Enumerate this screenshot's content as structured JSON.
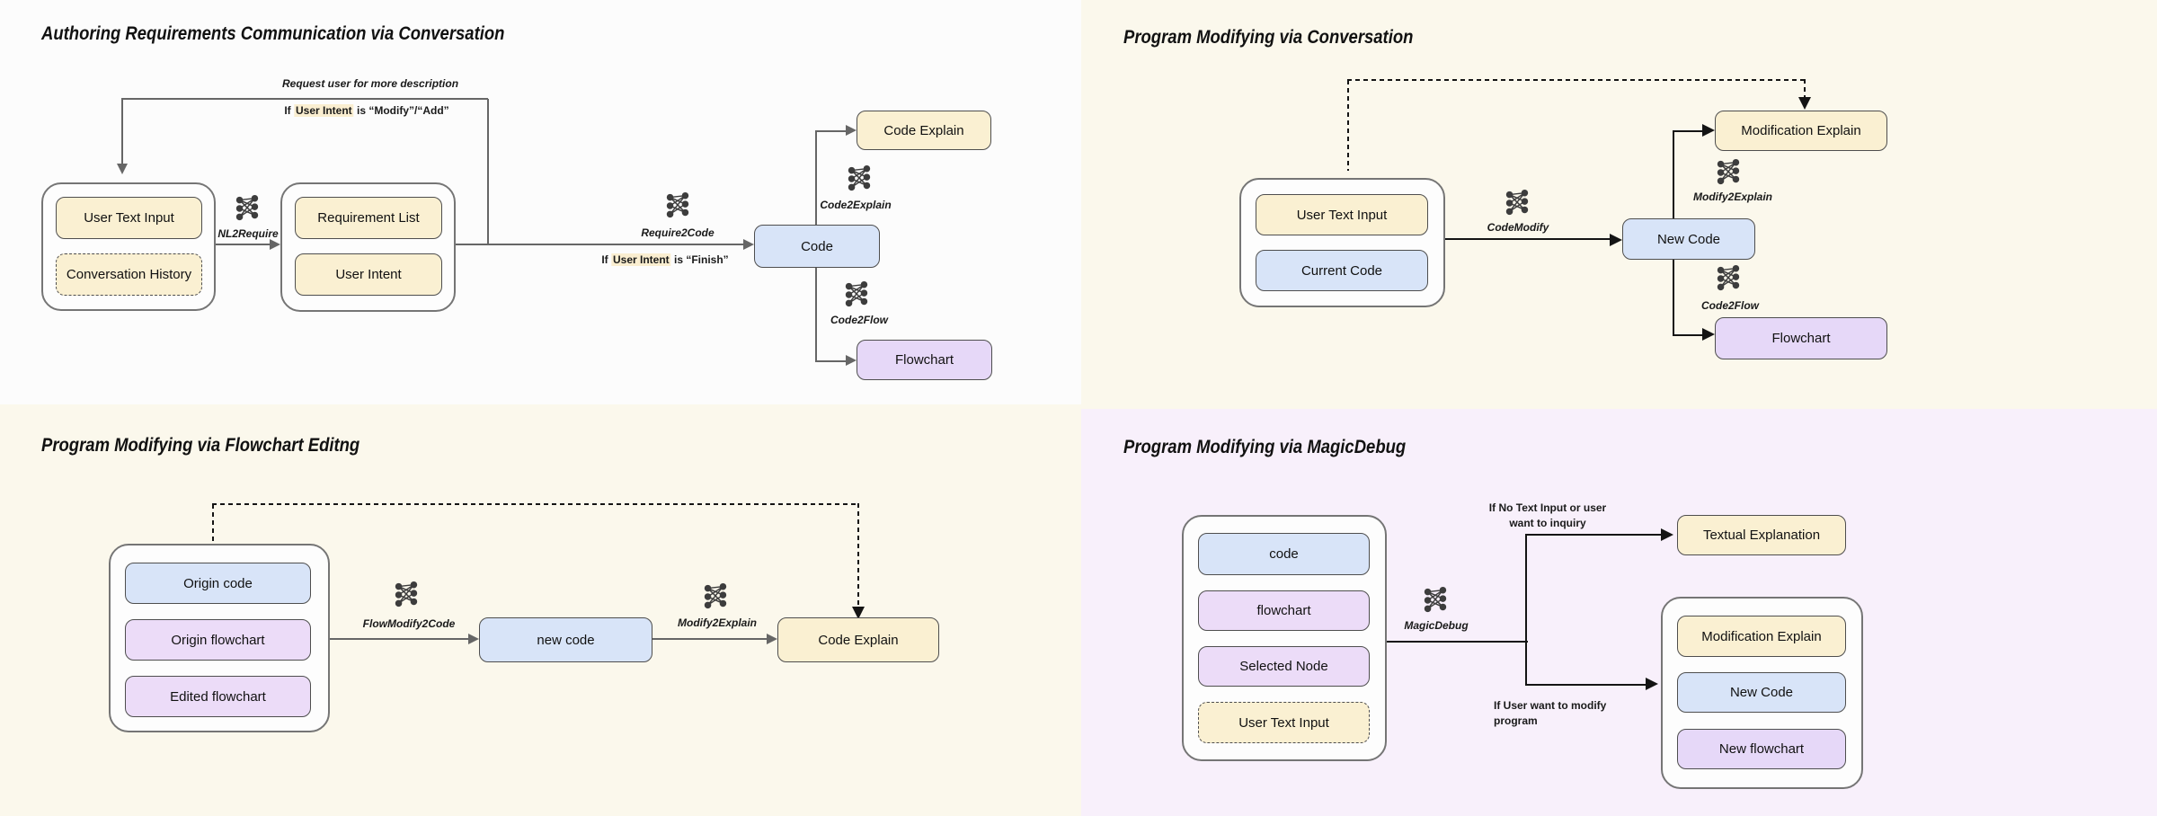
{
  "colors": {
    "tan_box": "#faf0d2",
    "blue_box": "#d8e4f8",
    "purple_box": "#e6d8f8",
    "purple_light_box": "#ecdcf8",
    "bg_top_left": "#fcfcfc",
    "bg_cream": "#fbf8ec",
    "bg_lavender": "#f8f0fb",
    "gray_arrow": "#666666",
    "black_arrow": "#141414"
  },
  "icons": {
    "model": "neural-network-icon"
  },
  "q": {
    "tl": {
      "title": "Authoring Requirements Communication via Conversation",
      "boxes": {
        "user_text_input": "User Text Input",
        "conversation_history": "Conversation History",
        "requirement_list": "Requirement List",
        "user_intent": "User Intent",
        "code": "Code",
        "code_explain": "Code Explain",
        "flowchart": "Flowchart"
      },
      "labels": {
        "nl2require": "NL2Require",
        "require2code": "Require2Code",
        "code2explain": "Code2Explain",
        "code2flow": "Code2Flow",
        "feedback": "Request user for more description"
      },
      "cond_modify": {
        "prefix": "If ",
        "highlight": "User Intent",
        "suffix": " is “Modify”/“Add”"
      },
      "cond_finish": {
        "prefix": "If ",
        "highlight": "User Intent",
        "suffix": " is “Finish”"
      }
    },
    "tr": {
      "title": "Program Modifying via Conversation",
      "boxes": {
        "user_text_input": "User Text Input",
        "current_code": "Current Code",
        "new_code": "New Code",
        "modification_explain": "Modification Explain",
        "flowchart": "Flowchart"
      },
      "labels": {
        "codemodify": "CodeModify",
        "modify2explain": "Modify2Explain",
        "code2flow": "Code2Flow"
      }
    },
    "bl": {
      "title": "Program Modifying via Flowchart Editng",
      "boxes": {
        "origin_code": "Origin code",
        "origin_flowchart": "Origin flowchart",
        "edited_flowchart": "Edited flowchart",
        "new_code": "new code",
        "code_explain": "Code Explain"
      },
      "labels": {
        "flowmodify2code": "FlowModify2Code",
        "modify2explain": "Modify2Explain"
      }
    },
    "br": {
      "title": "Program Modifying via  MagicDebug",
      "boxes": {
        "code": "code",
        "flowchart": "flowchart",
        "selected_node": "Selected Node",
        "user_text_input": "User Text Input",
        "textual_explanation": "Textual Explanation",
        "modification_explain": "Modification Explain",
        "new_code": "New Code",
        "new_flowchart": "New flowchart"
      },
      "labels": {
        "magicdebug": "MagicDebug",
        "cond_inquiry_line1": "If No Text Input or user",
        "cond_inquiry_line2": "want to inquiry",
        "cond_modify_line1": "If User want to modify",
        "cond_modify_line2": "program"
      }
    }
  }
}
